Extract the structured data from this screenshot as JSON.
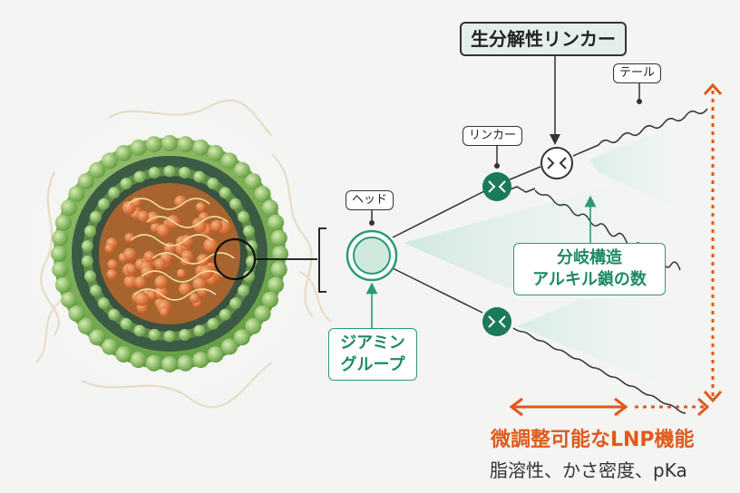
{
  "labels": {
    "biodegradable_linker": "生分解性リンカー",
    "tail": "テール",
    "linker": "リンカー",
    "head": "ヘッド",
    "branch_line1": "分岐構造",
    "branch_line2": "アルキル鎖の数",
    "diamine_line1": "ジアミン",
    "diamine_line2": "グループ",
    "tunable_title": "微調整可能なLNP機能",
    "tunable_sub": "脂溶性、かさ密度、pKa"
  },
  "colors": {
    "accent_orange": "#e0591a",
    "accent_green": "#1d8a63",
    "linker_green": "#1b7a57",
    "lnp_shell": "#7fb257",
    "lnp_core": "#e07a3c"
  }
}
